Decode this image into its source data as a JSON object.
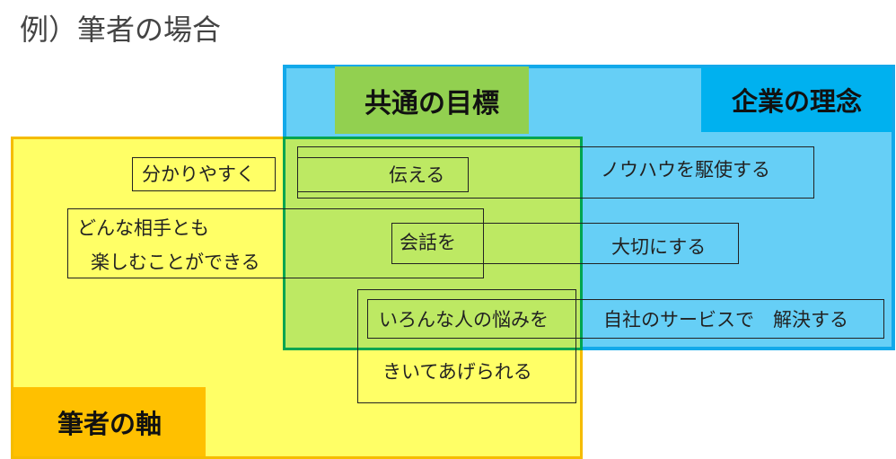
{
  "heading": "例）筆者の場合",
  "regions": {
    "company": {
      "label": "企業の理念",
      "fill": "#66cff6",
      "border": "#12a9ea",
      "label_fill": "#00b1ef"
    },
    "writer": {
      "label": "筆者の軸",
      "fill": "#ffff66",
      "border": "#f5bc00",
      "label_fill": "#ffc000"
    },
    "overlap": {
      "label": "共通の目標",
      "fill": "#bde963",
      "border": "#00a550",
      "label_fill": "#92d050"
    }
  },
  "phrases": {
    "wakariyasuku": "分かりやすく",
    "tsutaeru": "伝える",
    "knowhow": "ノウハウを駆使する",
    "donna_aite_line1": "どんな相手とも",
    "donna_aite_line2": "楽しむことができる",
    "kaiwa": "会話を",
    "taisetsu": "大切にする",
    "nayami": "いろんな人の悩みを",
    "jisha_service": "自社のサービスで　解決する",
    "kiite": "きいてあげられる"
  }
}
